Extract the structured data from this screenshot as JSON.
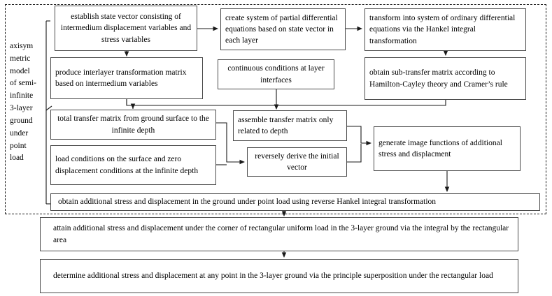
{
  "diagram": {
    "title": "Flowchart of axisymmetric 3-layer ground additional stress and displacement derivation",
    "side_label": "axisym\nmetric\nmodel\nof semi-\ninfinite\n3-layer\nground\nunder\npoint\nload",
    "boxes": {
      "establish_state_vector": "establish state vector consisting of intermedium displacement variables and stress variables",
      "create_pde_system": "create system of partial differential equations based on state vector in each layer",
      "transform_hankel": "transform into system of ordinary differential equations via the Hankel integral transformation",
      "produce_interlayer_matrix": "produce interlayer transformation matrix based on intermedium variables",
      "continuous_conditions": "continuous conditions at layer interfaces",
      "obtain_sub_transfer": "obtain sub-transfer matrix according to Hamilton-Cayley theory and Cramer’s rule",
      "total_transfer_matrix": "total transfer matrix from ground surface to the infinite depth",
      "assemble_transfer_matrix": "assemble transfer matrix only related to depth",
      "load_conditions": "load conditions on the surface and zero displacement conditions at the infinite depth",
      "reversely_derive": "reversely derive the initial vector",
      "generate_image_functions": "generate image functions of additional stress and displacment",
      "obtain_additional_point_load": "obtain additional stress and displacement in the ground under point load using reverse Hankel integral transformation",
      "attain_corner_rectangular": "attain additional stress and displacement under the corner of rectangular uniform load in the 3-layer ground via the integral by the rectangular area",
      "determine_any_point": "determine additional stress and displacement at any point  in the 3-layer ground via the principle superposition under the rectangular load"
    },
    "colors": {
      "box_border": "#4a4a4a",
      "dashed_border": "#1a1a1a",
      "connector": "#1a1a1a",
      "background": "#ffffff",
      "text": "#000000"
    }
  }
}
